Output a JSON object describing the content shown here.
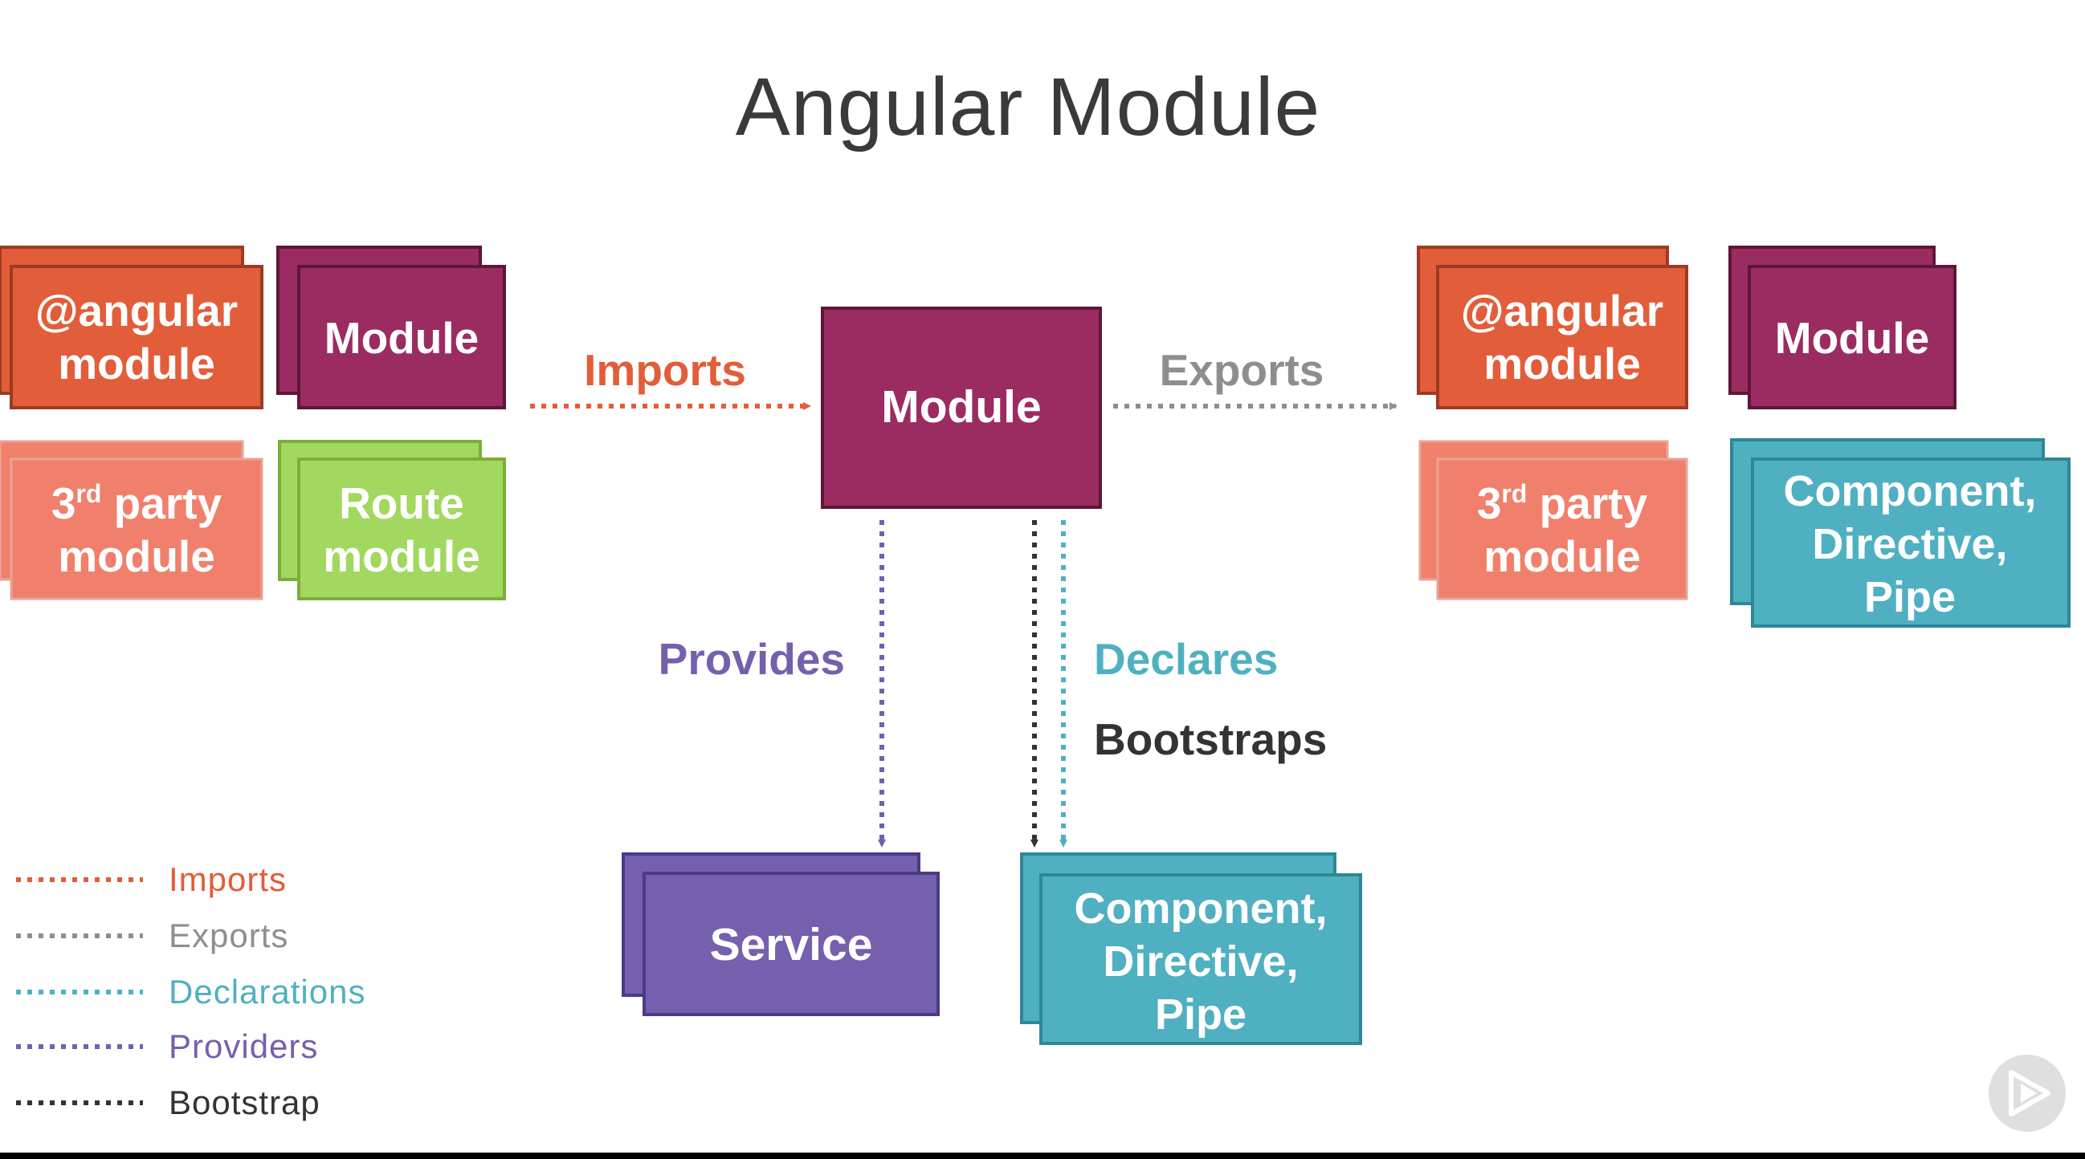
{
  "title": "Angular Module",
  "colors": {
    "orange": "#e25d39",
    "salmon": "#f0806c",
    "plum": "#9b2c62",
    "green": "#a2d85f",
    "teal": "#4fb0c1",
    "purple": "#7460ad",
    "gray": "#8e8e8e",
    "dark": "#333333"
  },
  "boxes": {
    "left_angular": {
      "line1": "@angular",
      "line2": "module"
    },
    "left_module": {
      "label": "Module"
    },
    "left_third": {
      "sup_base": "3",
      "sup": "rd",
      "rest": " party",
      "line2": "module"
    },
    "left_route": {
      "line1": "Route",
      "line2": "module"
    },
    "center_module": {
      "label": "Module"
    },
    "right_angular": {
      "line1": "@angular",
      "line2": "module"
    },
    "right_module": {
      "label": "Module"
    },
    "right_third": {
      "sup_base": "3",
      "sup": "rd",
      "rest": " party",
      "line2": "module"
    },
    "right_cdp": {
      "line1": "Component,",
      "line2": "Directive,",
      "line3": "Pipe"
    },
    "service": {
      "label": "Service"
    },
    "bottom_cdp": {
      "line1": "Component,",
      "line2": "Directive,",
      "line3": "Pipe"
    }
  },
  "arrows": {
    "imports": "Imports",
    "exports": "Exports",
    "provides": "Provides",
    "declares": "Declares",
    "bootstraps": "Bootstraps"
  },
  "legend": [
    {
      "label": "Imports",
      "color": "#e25d39"
    },
    {
      "label": "Exports",
      "color": "#8e8e8e"
    },
    {
      "label": "Declarations",
      "color": "#4fb0c1"
    },
    {
      "label": "Providers",
      "color": "#7460ad"
    },
    {
      "label": "Bootstrap",
      "color": "#333333"
    }
  ],
  "play_icon": "play-icon"
}
